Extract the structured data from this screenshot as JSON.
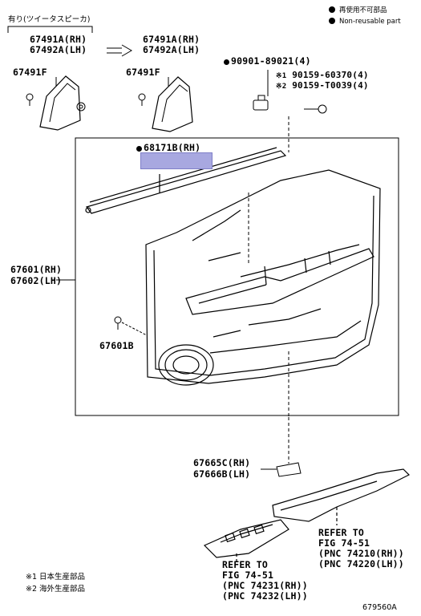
{
  "legend": {
    "reuse_jp": "再使用不可部品",
    "nonreuse_en": "Non-reusable part"
  },
  "bracket_note": "有り(ツイータスピーカ)",
  "parts": {
    "p67491a_rh_left": "67491A(RH)",
    "p67492a_lh_left": "67492A(LH)",
    "p67491a_rh_right": "67491A(RH)",
    "p67492a_lh_right": "67492A(LH)",
    "p67491f_left": "67491F",
    "p67491f_right": "67491F",
    "p90901": "90901-89021(4)",
    "p90159_a_mark": "※1",
    "p90159_a": "90159-60370(4)",
    "p90159_b_mark": "※2",
    "p90159_b": "90159-T0039(4)",
    "p68171b_rh": "68171B(RH)",
    "p67601_rh": "67601(RH)",
    "p67602_lh": "67602(LH)",
    "p67601b": "67601B",
    "p67665c_rh": "67665C(RH)",
    "p67666b_lh": "67666B(LH)"
  },
  "refer_right": {
    "line1": "REFER TO",
    "line2": "FIG 74-51",
    "line3": "(PNC 74210(RH))",
    "line4": "(PNC 74220(LH))"
  },
  "refer_left": {
    "line1": "REFER TO",
    "line2": "FIG 74-51",
    "line3": "(PNC 74231(RH))",
    "line4": "(PNC 74232(LH))"
  },
  "footnotes": {
    "note1": "※1 日本生産部品",
    "note2": "※2 海外生産部品"
  },
  "figure_id": "679560A"
}
